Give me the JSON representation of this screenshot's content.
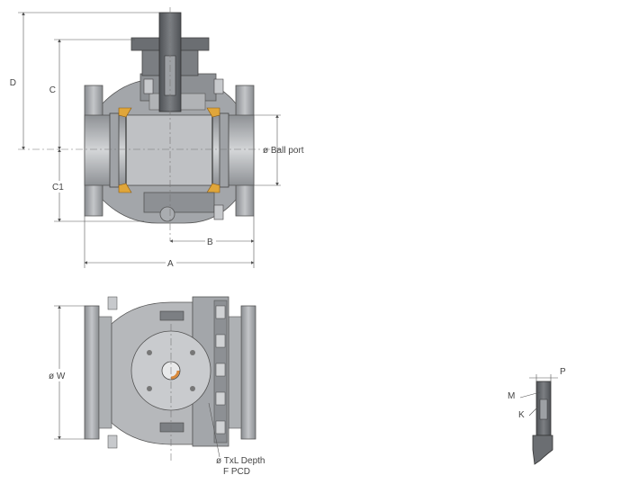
{
  "labels": {
    "dim_d": "D",
    "dim_c": "C",
    "dim_c1": "C1",
    "dim_b": "B",
    "dim_a": "A",
    "ball_port": "ø Ball port",
    "dim_w": "ø W",
    "txl_depth": "ø TxL Depth",
    "f_pcd": "F PCD",
    "dim_p": "P",
    "dim_m": "M",
    "dim_k": "K"
  },
  "colors": {
    "steel_dark": "#6b6e72",
    "steel_mid": "#9a9da1",
    "steel_light": "#c9cbce",
    "seal": "#e0a63a",
    "line": "#555555"
  }
}
